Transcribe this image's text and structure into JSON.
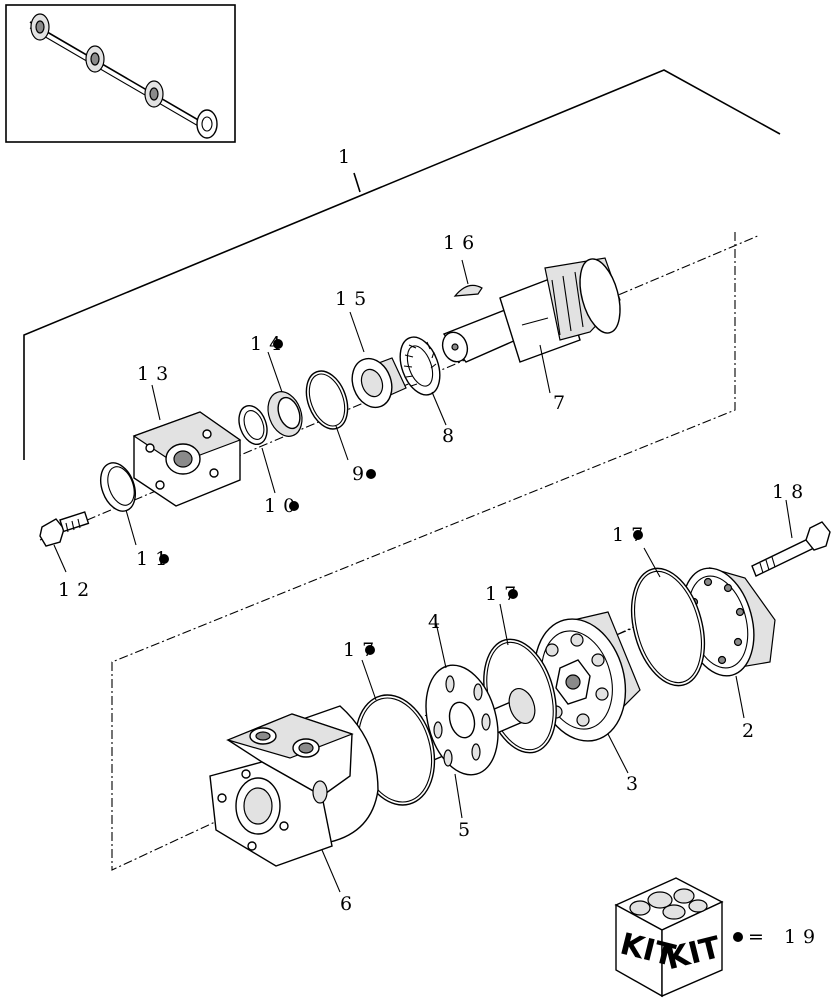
{
  "callouts": [
    {
      "id": "1",
      "text": "1",
      "kit": false
    },
    {
      "id": "2",
      "text": "2",
      "kit": false
    },
    {
      "id": "3",
      "text": "3",
      "kit": false
    },
    {
      "id": "4",
      "text": "4",
      "kit": false
    },
    {
      "id": "5",
      "text": "5",
      "kit": false
    },
    {
      "id": "6",
      "text": "6",
      "kit": false
    },
    {
      "id": "7",
      "text": "7",
      "kit": false
    },
    {
      "id": "8",
      "text": "8",
      "kit": false
    },
    {
      "id": "9",
      "text": "9",
      "kit": true
    },
    {
      "id": "10",
      "text": "10",
      "kit": true
    },
    {
      "id": "11",
      "text": "11",
      "kit": true
    },
    {
      "id": "12",
      "text": "12",
      "kit": false
    },
    {
      "id": "13",
      "text": "13",
      "kit": false
    },
    {
      "id": "14",
      "text": "14",
      "kit": true
    },
    {
      "id": "15",
      "text": "15",
      "kit": false
    },
    {
      "id": "16",
      "text": "16",
      "kit": false
    },
    {
      "id": "17a",
      "text": "17",
      "kit": true
    },
    {
      "id": "17b",
      "text": "17",
      "kit": true
    },
    {
      "id": "17c",
      "text": "17",
      "kit": true
    },
    {
      "id": "18",
      "text": "18",
      "kit": false
    }
  ],
  "kit_legend": {
    "box_label_left": "KIT",
    "box_label_right": "KIT",
    "equals_text": "= 19"
  }
}
